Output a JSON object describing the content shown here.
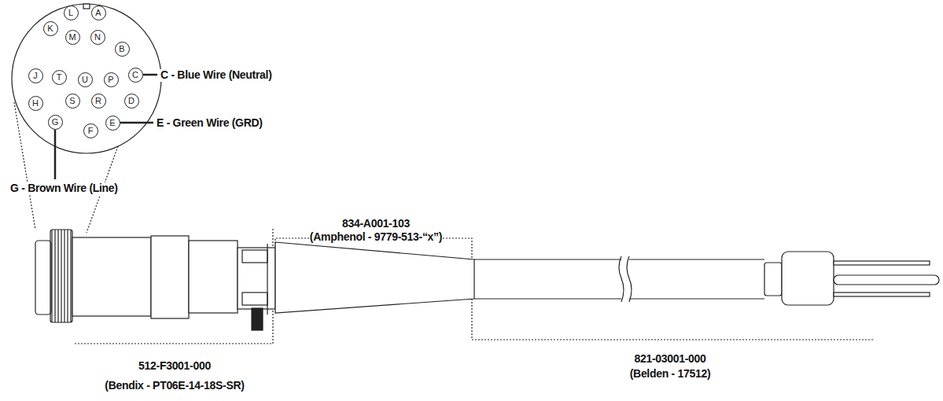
{
  "diagram": {
    "nodes": [
      {
        "text": [
          "L"
        ]
      },
      {
        "text": [
          "A"
        ]
      },
      {
        "text": [
          "K"
        ]
      },
      {
        "text": [
          "B"
        ]
      },
      {
        "text": [
          "M"
        ]
      },
      {
        "text": [
          "N"
        ]
      },
      {
        "text": [
          "J"
        ]
      },
      {
        "text": [
          "T"
        ]
      },
      {
        "text": [
          "U"
        ]
      },
      {
        "text": [
          "P"
        ]
      },
      {
        "text": [
          "C"
        ]
      },
      {
        "text": [
          "H"
        ]
      },
      {
        "text": [
          "S"
        ]
      },
      {
        "text": [
          "R"
        ]
      },
      {
        "text": [
          "D"
        ]
      },
      {
        "text": [
          "G"
        ]
      },
      {
        "text": [
          "F"
        ]
      },
      {
        "text": [
          "E"
        ]
      }
    ],
    "labels": [
      "C - Blue Wire (Neutral)",
      "E - Green Wire (GRD)",
      "G - Brown Wire (Line)",
      "834-A001-103",
      "(Amphenol - 9779-513-“x”)",
      "512-F3001-000",
      "(Bendix - PT06E-14-18S-SR)",
      "821-03001-000",
      "(Belden - 17512)"
    ]
  }
}
